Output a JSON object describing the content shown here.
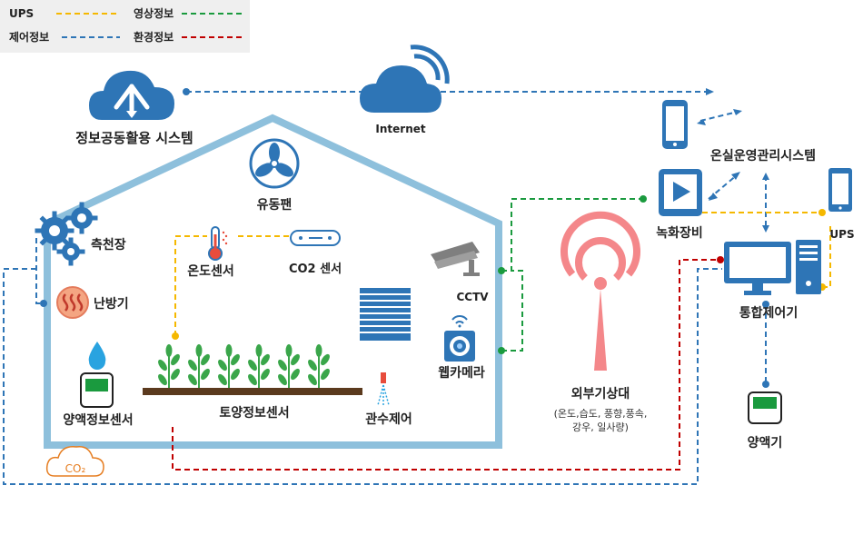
{
  "legend": {
    "ups": "UPS",
    "video": "영상정보",
    "control": "제어정보",
    "env": "환경정보"
  },
  "colors": {
    "ups": "#f5b800",
    "video": "#1a9a3e",
    "control": "#2e75b6",
    "env": "#c00000",
    "house": "#8ec0dc",
    "icon": "#2e75b6",
    "antenna": "#f4878a"
  },
  "labels": {
    "cloud_system": "정보공동활용 시스템",
    "internet": "Internet",
    "fan": "유동팬",
    "weather_meter": "측천장",
    "heater": "난방기",
    "temp_sensor": "온도센서",
    "co2_sensor": "CO2 센서",
    "cctv": "CCTV",
    "webcam": "웹카메라",
    "nutrient_sensor": "양액정보센서",
    "soil_sensor": "토양정보센서",
    "irrigation": "관수제어",
    "co2_badge": "CO₂",
    "weather_station": "외부기상대",
    "weather_station_desc_1": "(온도,습도, 풍향,풍속,",
    "weather_station_desc_2": "강우, 일사량)",
    "greenhouse_system": "온실운영관리시스템",
    "recorder": "녹화장비",
    "ups_right": "UPS",
    "integrated_controller": "통합제어기",
    "nutrient_supplier": "양액기"
  }
}
